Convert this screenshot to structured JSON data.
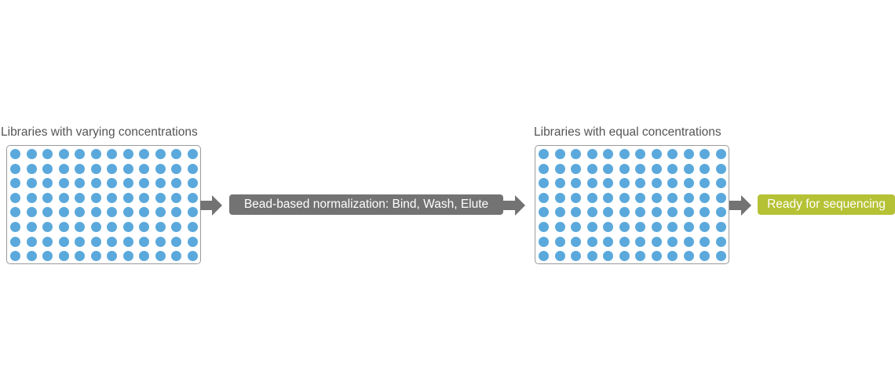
{
  "plate_left": {
    "label": "Libraries with varying concentrations",
    "rows": 8,
    "columns": 12
  },
  "process": {
    "label": "Bead-based normalization: Bind, Wash, Elute"
  },
  "plate_right": {
    "label": "Libraries with equal concentrations",
    "rows": 8,
    "columns": 12
  },
  "result": {
    "label": "Ready for sequencing"
  },
  "colors": {
    "well": "#5ba9dc",
    "arrow": "#737373",
    "process_box": "#737373",
    "result_box": "#b5c235",
    "caption_text": "#555555"
  },
  "icons": {
    "arrow": "arrow-right-icon",
    "well": "well-circle"
  }
}
